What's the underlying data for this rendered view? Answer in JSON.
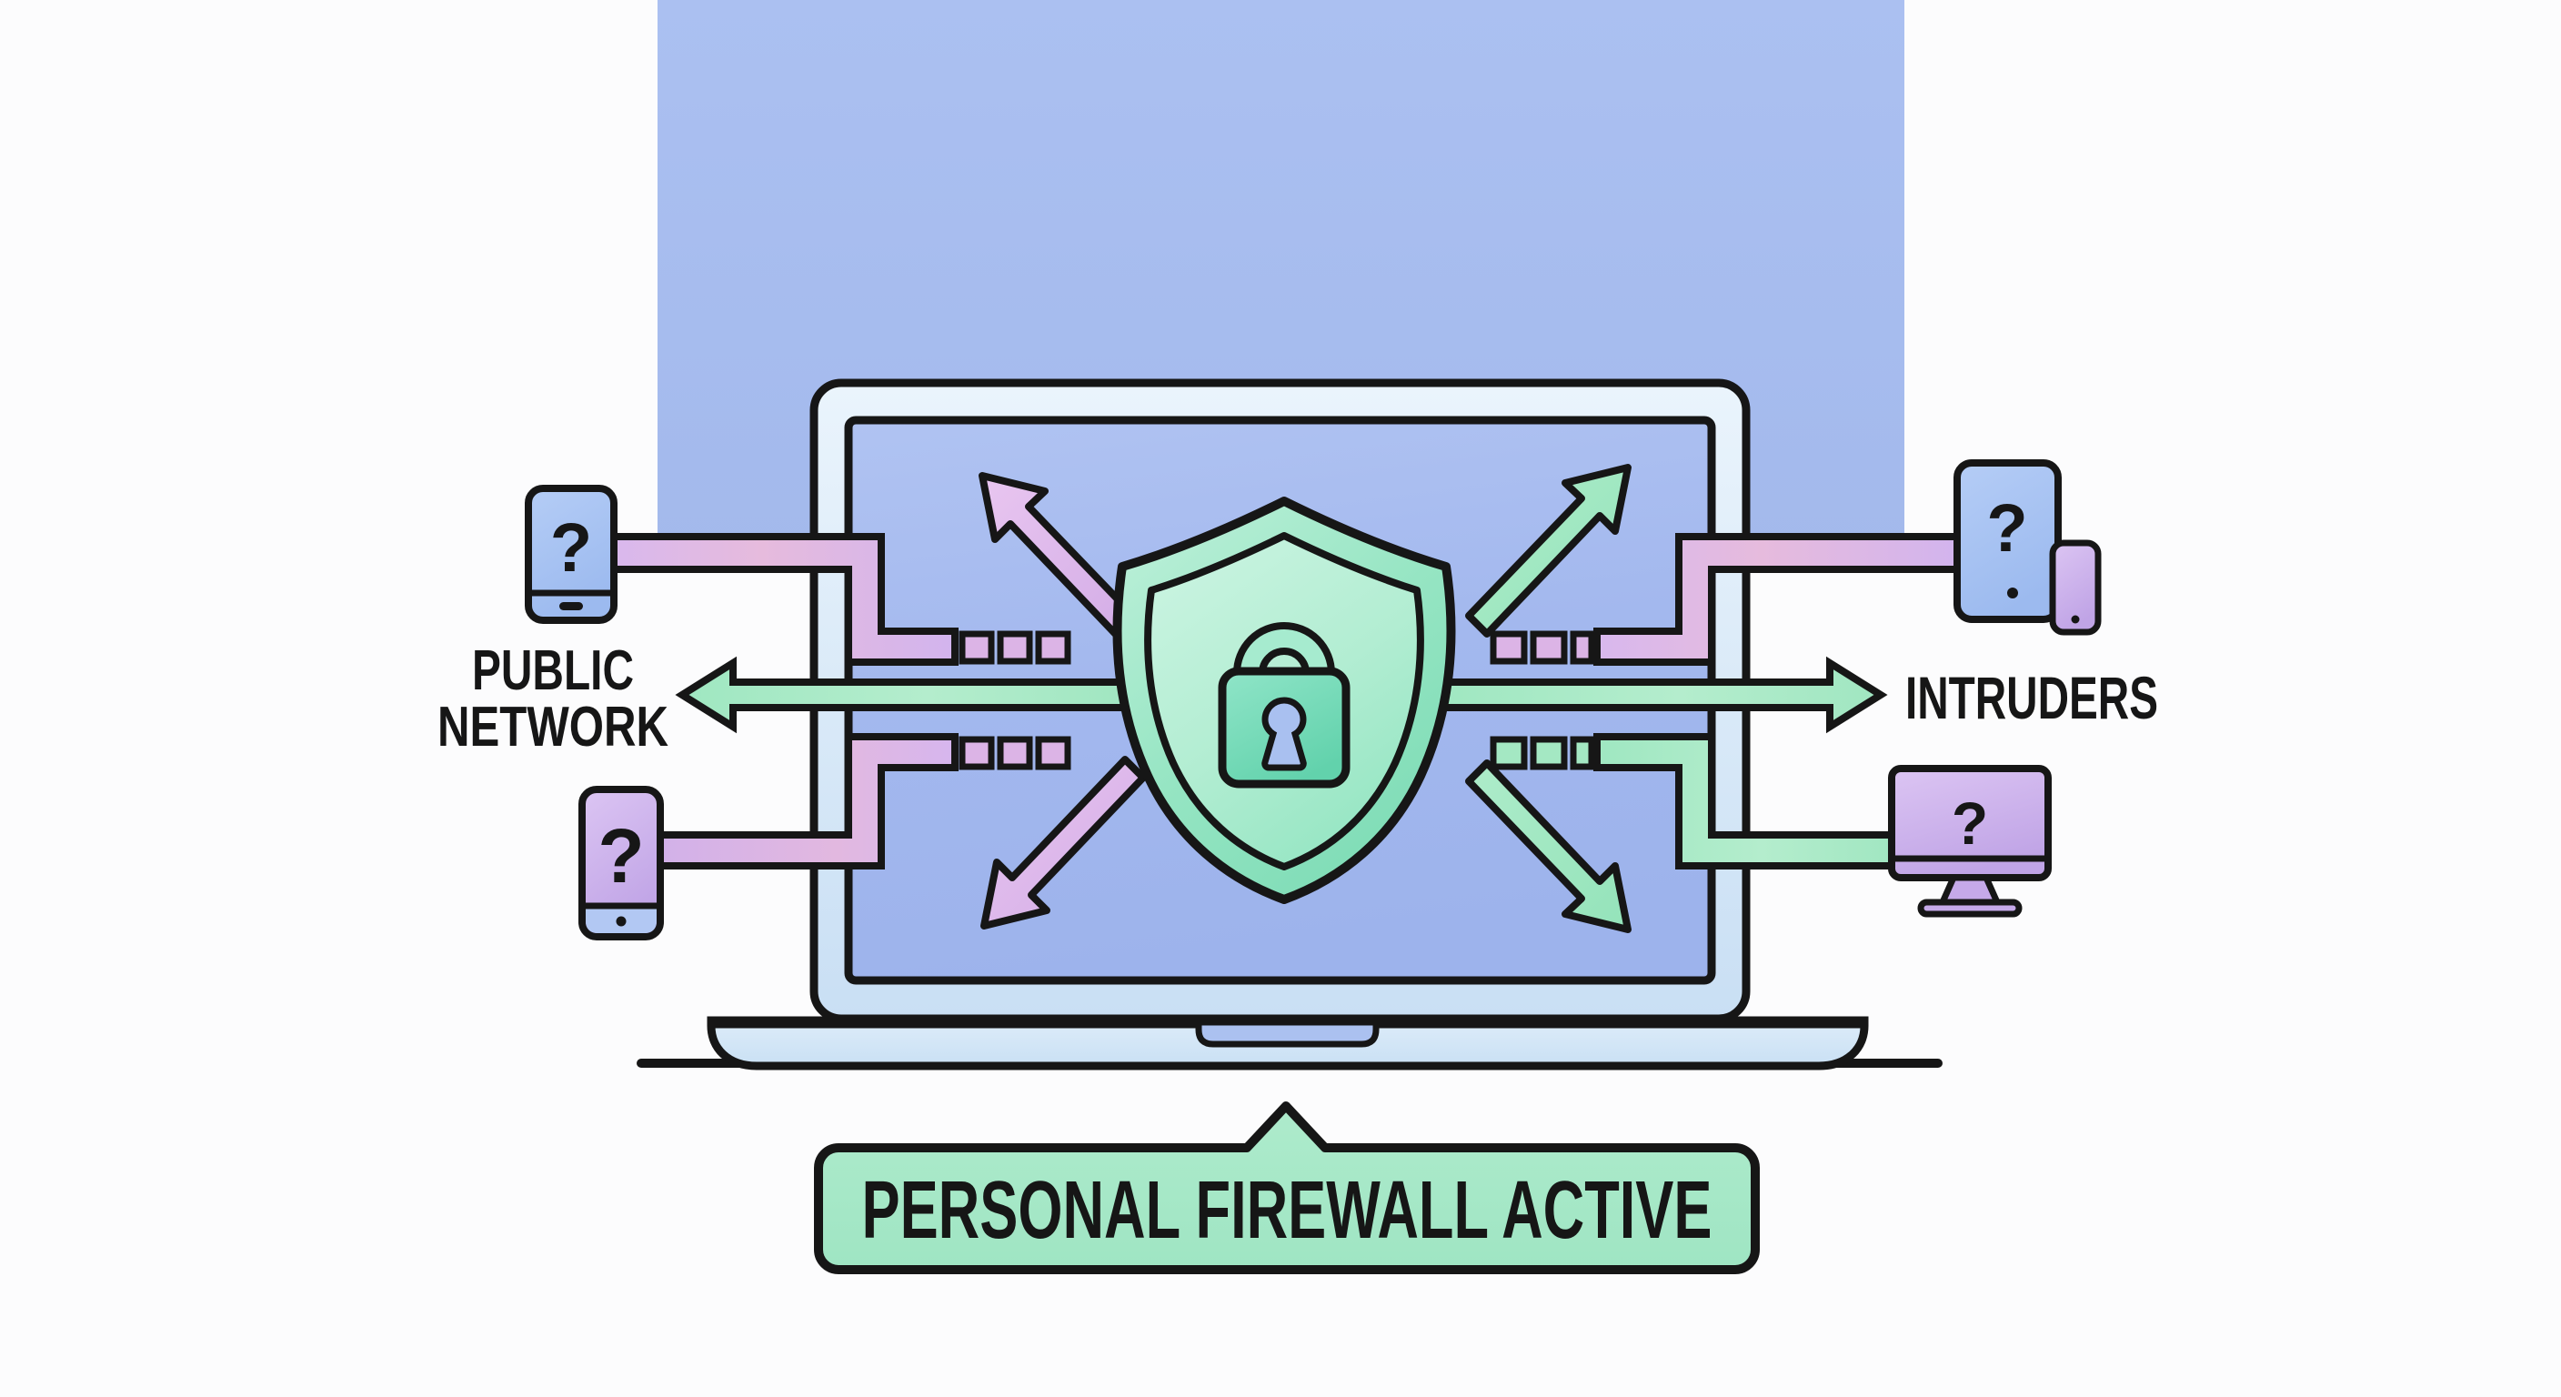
{
  "diagram": {
    "left_label": {
      "line1": "PUBLIC",
      "line2": "NETWORK"
    },
    "right_label": "INTRUDERS",
    "banner": {
      "label": "PERSONAL FIREWALL ACTIVE"
    },
    "devices": {
      "left_phone_top": {
        "glyph": "?"
      },
      "left_phone_bottom": {
        "glyph": "?"
      },
      "right_tablet": {
        "glyph": "?"
      },
      "right_monitor": {
        "glyph": "?"
      }
    },
    "icons": {
      "shield": "shield-icon",
      "padlock": "padlock-icon",
      "blocked_arrows": [
        "arrow-up-left-icon",
        "arrow-down-left-icon",
        "arrow-up-right-icon",
        "arrow-down-right-icon"
      ],
      "outbound_arrows": [
        "arrow-left-icon",
        "arrow-right-icon"
      ]
    }
  },
  "palette": {
    "bg": "#fcfcfd",
    "ink": "#161616",
    "band": "#a7bcee",
    "screen": "#a4b9ee",
    "laptop-shell": "#d9eaf8",
    "pipe-purple": "#d6b6ec",
    "pipe-pink": "#e4b9dc",
    "dash-pink": "#dcb4e6",
    "green": "#a4e8c3",
    "shield-mint": "#8fe2bd",
    "shield-mint-light": "#c6f2de",
    "lock-teal": "#72d8b8",
    "keyhole-blue": "#a9c0f0",
    "device-blue": "#aac5f3",
    "device-purple": "#cfb4ee",
    "banner-mint": "#a5e8c6"
  }
}
